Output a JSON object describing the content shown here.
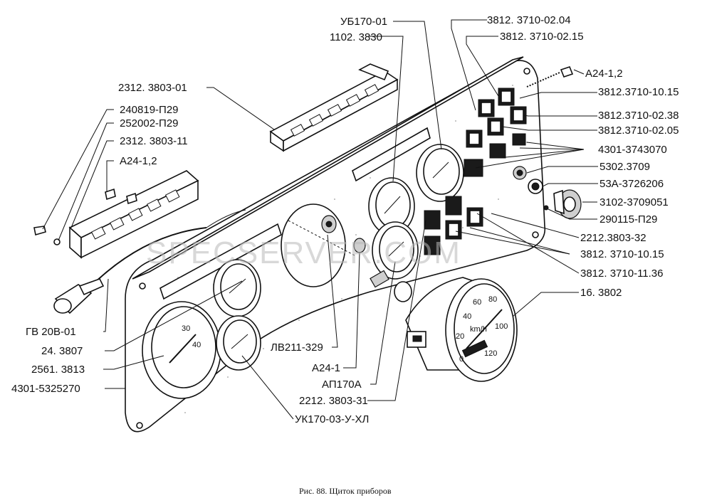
{
  "caption": "Рис. 88. Щиток приборов",
  "watermark": "SPECSERVER.COM",
  "speedometer": {
    "unit": "km/h",
    "scale": [
      "0",
      "20",
      "40",
      "60",
      "80",
      "100",
      "120"
    ]
  },
  "labels": [
    {
      "id": "ub170",
      "text": "УБ170-01"
    },
    {
      "id": "l1102",
      "text": "1102. 3830"
    },
    {
      "id": "l3812_0204",
      "text": "3812. 3710-02.04"
    },
    {
      "id": "l3812_0215",
      "text": "3812. 3710-02.15"
    },
    {
      "id": "a24_top",
      "text": "А24-1,2"
    },
    {
      "id": "l3812_1015a",
      "text": "3812.3710-10.15"
    },
    {
      "id": "l3812_0238",
      "text": "3812.3710-02.38"
    },
    {
      "id": "l3812_0205",
      "text": "3812.3710-02.05"
    },
    {
      "id": "l4301_374",
      "text": "4301-3743070"
    },
    {
      "id": "l5302",
      "text": "5302.3709"
    },
    {
      "id": "l53a",
      "text": "53А-3726206"
    },
    {
      "id": "l3102",
      "text": "3102-3709051"
    },
    {
      "id": "l290115",
      "text": "290115-П29"
    },
    {
      "id": "l2212_32",
      "text": "2212.3803-32"
    },
    {
      "id": "l3812_1015b",
      "text": "3812. 3710-10.15"
    },
    {
      "id": "l3812_1136",
      "text": "3812. 3710-11.36"
    },
    {
      "id": "l16",
      "text": "16. 3802"
    },
    {
      "id": "l2312_01",
      "text": "2312. 3803-01"
    },
    {
      "id": "l240819",
      "text": "240819-П29"
    },
    {
      "id": "l252002",
      "text": "252002-П29"
    },
    {
      "id": "l2312_11",
      "text": "2312. 3803-11"
    },
    {
      "id": "a24_left",
      "text": "А24-1,2"
    },
    {
      "id": "gv20",
      "text": "ГВ 20В-01"
    },
    {
      "id": "l24",
      "text": "24. 3807"
    },
    {
      "id": "l2561",
      "text": "2561. 3813"
    },
    {
      "id": "l4301_532",
      "text": "4301-5325270"
    },
    {
      "id": "lv211",
      "text": "ЛВ211-329"
    },
    {
      "id": "a24_1",
      "text": "А24-1"
    },
    {
      "id": "ap170",
      "text": "АП170А"
    },
    {
      "id": "l2212_31",
      "text": "2212. 3803-31"
    },
    {
      "id": "uk170",
      "text": "УК170-03-У-ХЛ"
    }
  ]
}
